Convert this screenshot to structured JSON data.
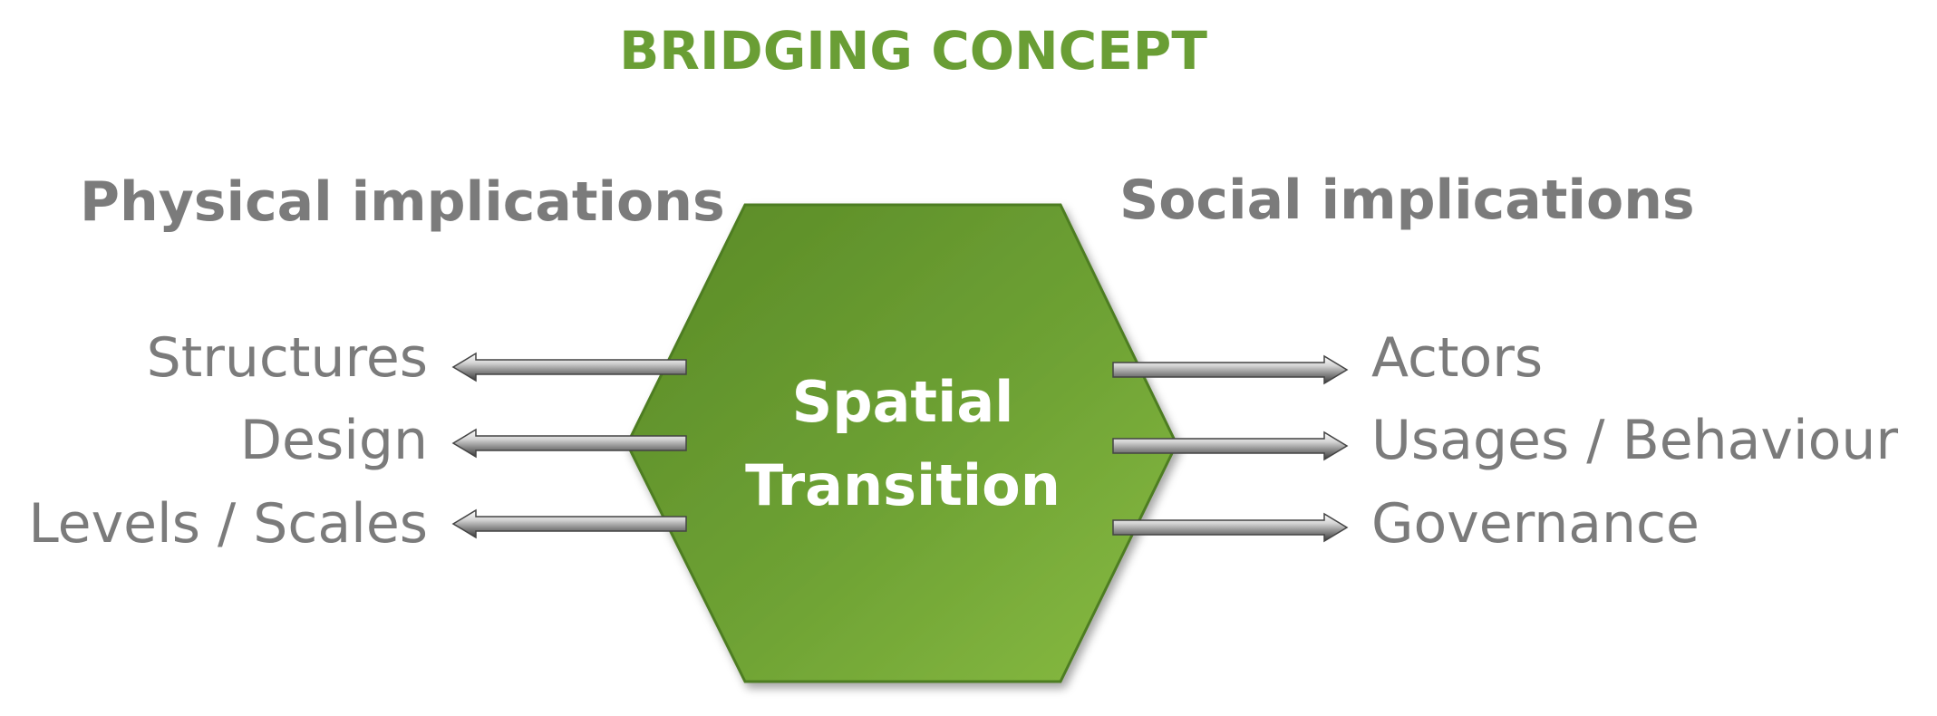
{
  "title": "BRIDGING CONCEPT",
  "center": {
    "line1": "Spatial",
    "line2": "Transition"
  },
  "left": {
    "heading": "Physical implications",
    "items": [
      "Structures",
      "Design",
      "Levels / Scales"
    ]
  },
  "right": {
    "heading": "Social implications",
    "items": [
      "Actors",
      "Usages / Behaviour",
      "Governance"
    ]
  },
  "colors": {
    "accent_green": "#6a9e35",
    "hex_fill_dark": "#5e8f2a",
    "hex_fill_light": "#84b83f",
    "text_gray": "#7b7b7b"
  }
}
